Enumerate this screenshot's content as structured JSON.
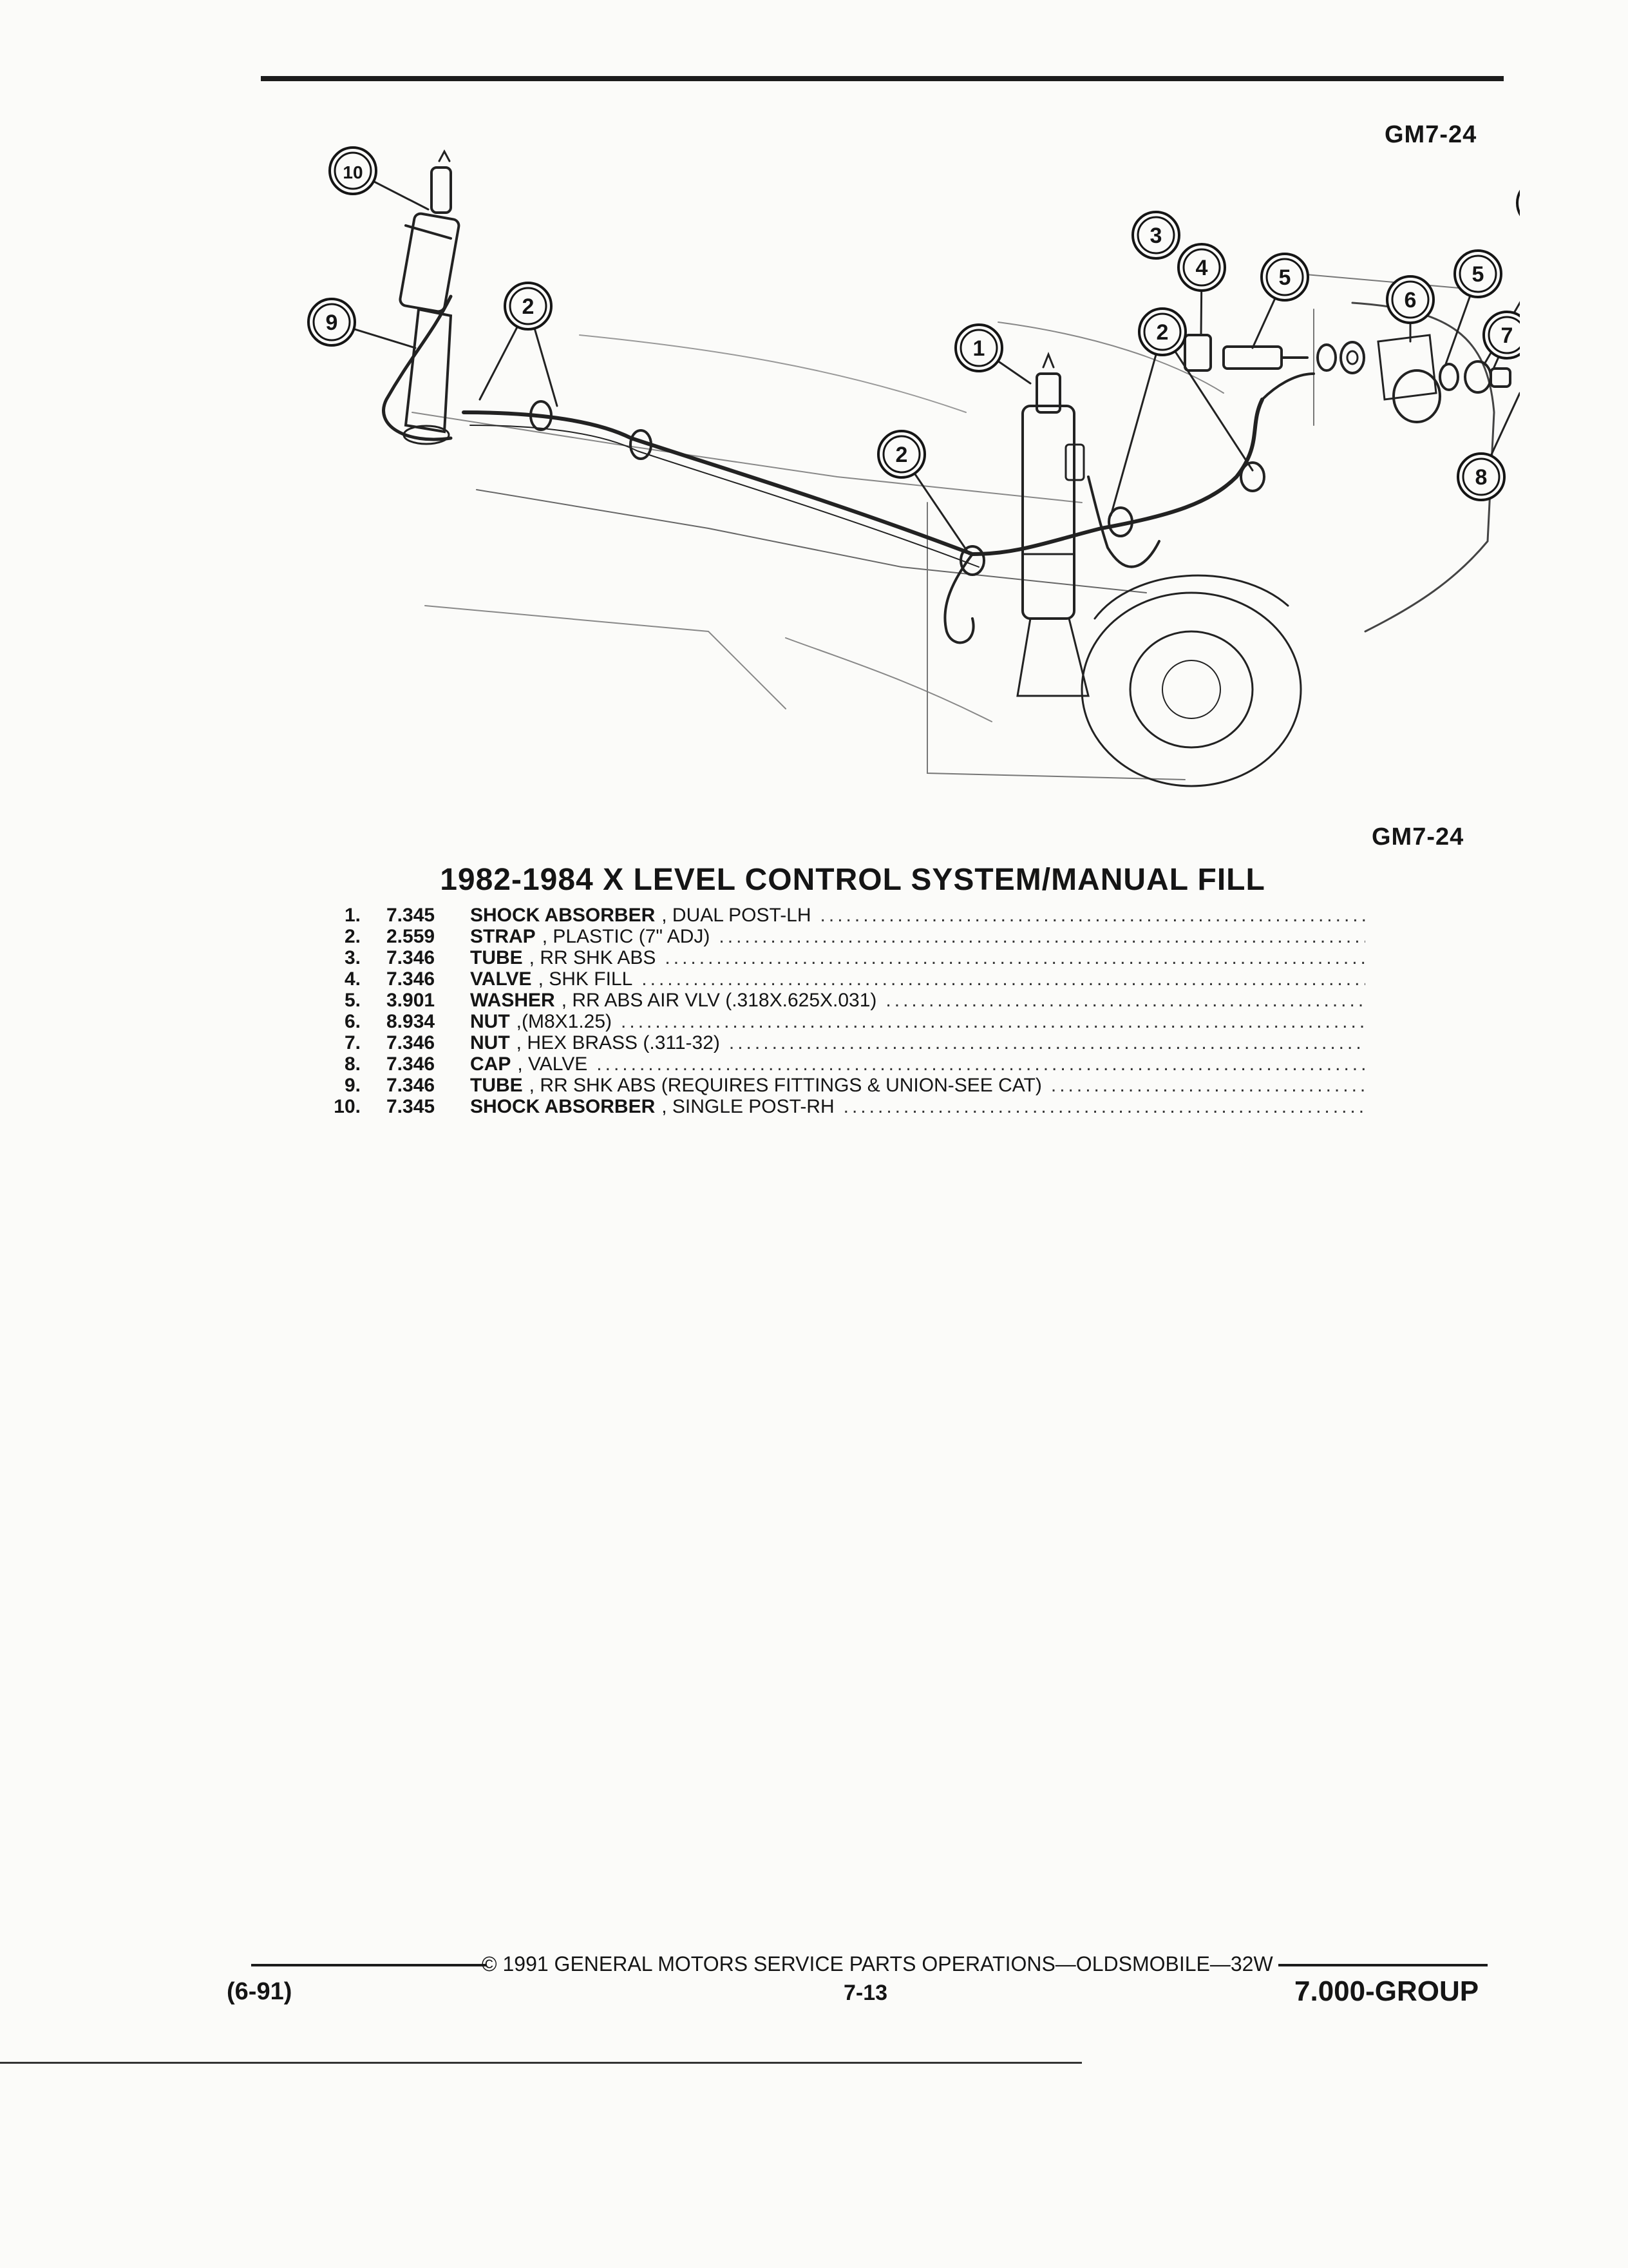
{
  "figure_code_top": "GM7-24",
  "figure_code_bottom": "GM7-24",
  "callouts": [
    "1",
    "2",
    "3",
    "4",
    "5",
    "6",
    "7",
    "8",
    "9",
    "10"
  ],
  "title": "1982-1984 X LEVEL CONTROL SYSTEM/MANUAL FILL",
  "parts": [
    {
      "index": "1.",
      "group": "7.345",
      "name": "SHOCK ABSORBER",
      "desc": ", DUAL POST-LH"
    },
    {
      "index": "2.",
      "group": "2.559",
      "name": "STRAP",
      "desc": ", PLASTIC (7\" ADJ)"
    },
    {
      "index": "3.",
      "group": "7.346",
      "name": "TUBE",
      "desc": ", RR SHK ABS"
    },
    {
      "index": "4.",
      "group": "7.346",
      "name": "VALVE",
      "desc": ", SHK FILL"
    },
    {
      "index": "5.",
      "group": "3.901",
      "name": "WASHER",
      "desc": ", RR ABS AIR VLV (.318X.625X.031)"
    },
    {
      "index": "6.",
      "group": "8.934",
      "name": "NUT",
      "desc": ",(M8X1.25)"
    },
    {
      "index": "7.",
      "group": "7.346",
      "name": "NUT",
      "desc": ", HEX BRASS (.311-32)"
    },
    {
      "index": "8.",
      "group": "7.346",
      "name": "CAP",
      "desc": ", VALVE"
    },
    {
      "index": "9.",
      "group": "7.346",
      "name": "TUBE",
      "desc": ", RR SHK ABS (REQUIRES FITTINGS & UNION-SEE CAT)"
    },
    {
      "index": "10.",
      "group": "7.345",
      "name": "SHOCK ABSORBER",
      "desc": ", SINGLE POST-RH"
    }
  ],
  "footer": {
    "copyright": "© 1991 GENERAL MOTORS SERVICE PARTS OPERATIONS—OLDSMOBILE—32W",
    "date_code": "(6-91)",
    "page": "7-13",
    "group": "7.000-GROUP"
  }
}
